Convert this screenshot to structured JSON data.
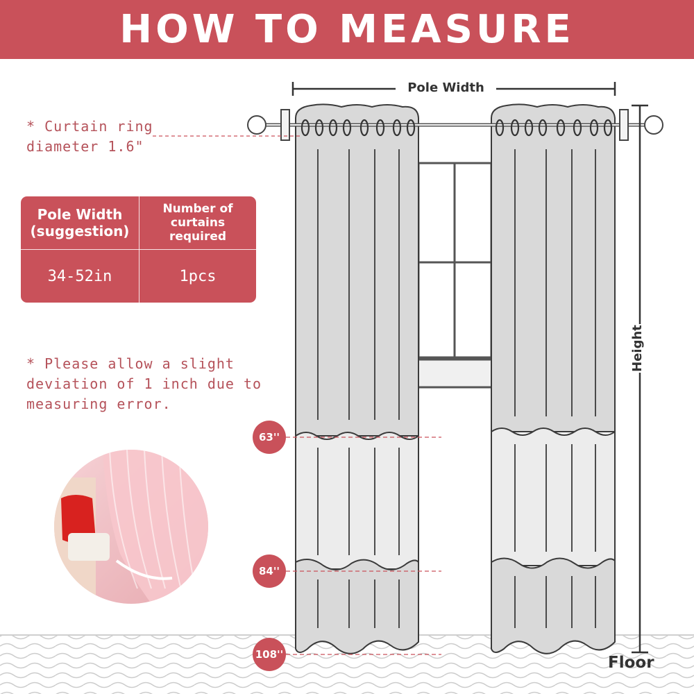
{
  "header": {
    "title": "HOW TO MEASURE"
  },
  "notes": {
    "ring": "* Curtain ring\ndiameter 1.6\"",
    "deviation": "* Please allow a slight\ndeviation of 1 inch due to\nmeasuring error."
  },
  "spec_table": {
    "headers": [
      "Pole Width\n(suggestion)",
      "Number of\ncurtains\nrequired"
    ],
    "row": [
      "34-52in",
      "1pcs"
    ]
  },
  "diagram": {
    "pole_width_label": "Pole Width",
    "height_label": "Height",
    "floor_label": "Floor",
    "lengths": [
      "63''",
      "84''",
      "108''"
    ]
  },
  "colors": {
    "accent": "#c9515a",
    "curtain": "#d9d9d9",
    "curtain_light": "#ececec",
    "outline": "#3a3a3a"
  },
  "icons": [
    "curtain-rod-icon",
    "window-icon",
    "curtain-panel-icon",
    "photo-circle"
  ]
}
